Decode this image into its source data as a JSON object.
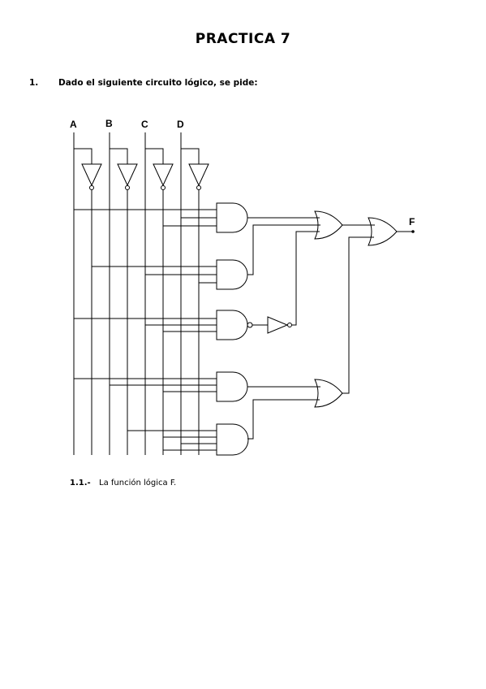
{
  "page": {
    "title": "PRACTICA 7",
    "question": {
      "number": "1.",
      "text": "Dado el siguiente circuito lógico, se pide:"
    },
    "subquestion": {
      "number": "1.1.-",
      "text": "La función lógica F."
    }
  },
  "circuit": {
    "inputs": [
      "A",
      "B",
      "C",
      "D"
    ],
    "output": "F",
    "line_color": "#000000"
  }
}
